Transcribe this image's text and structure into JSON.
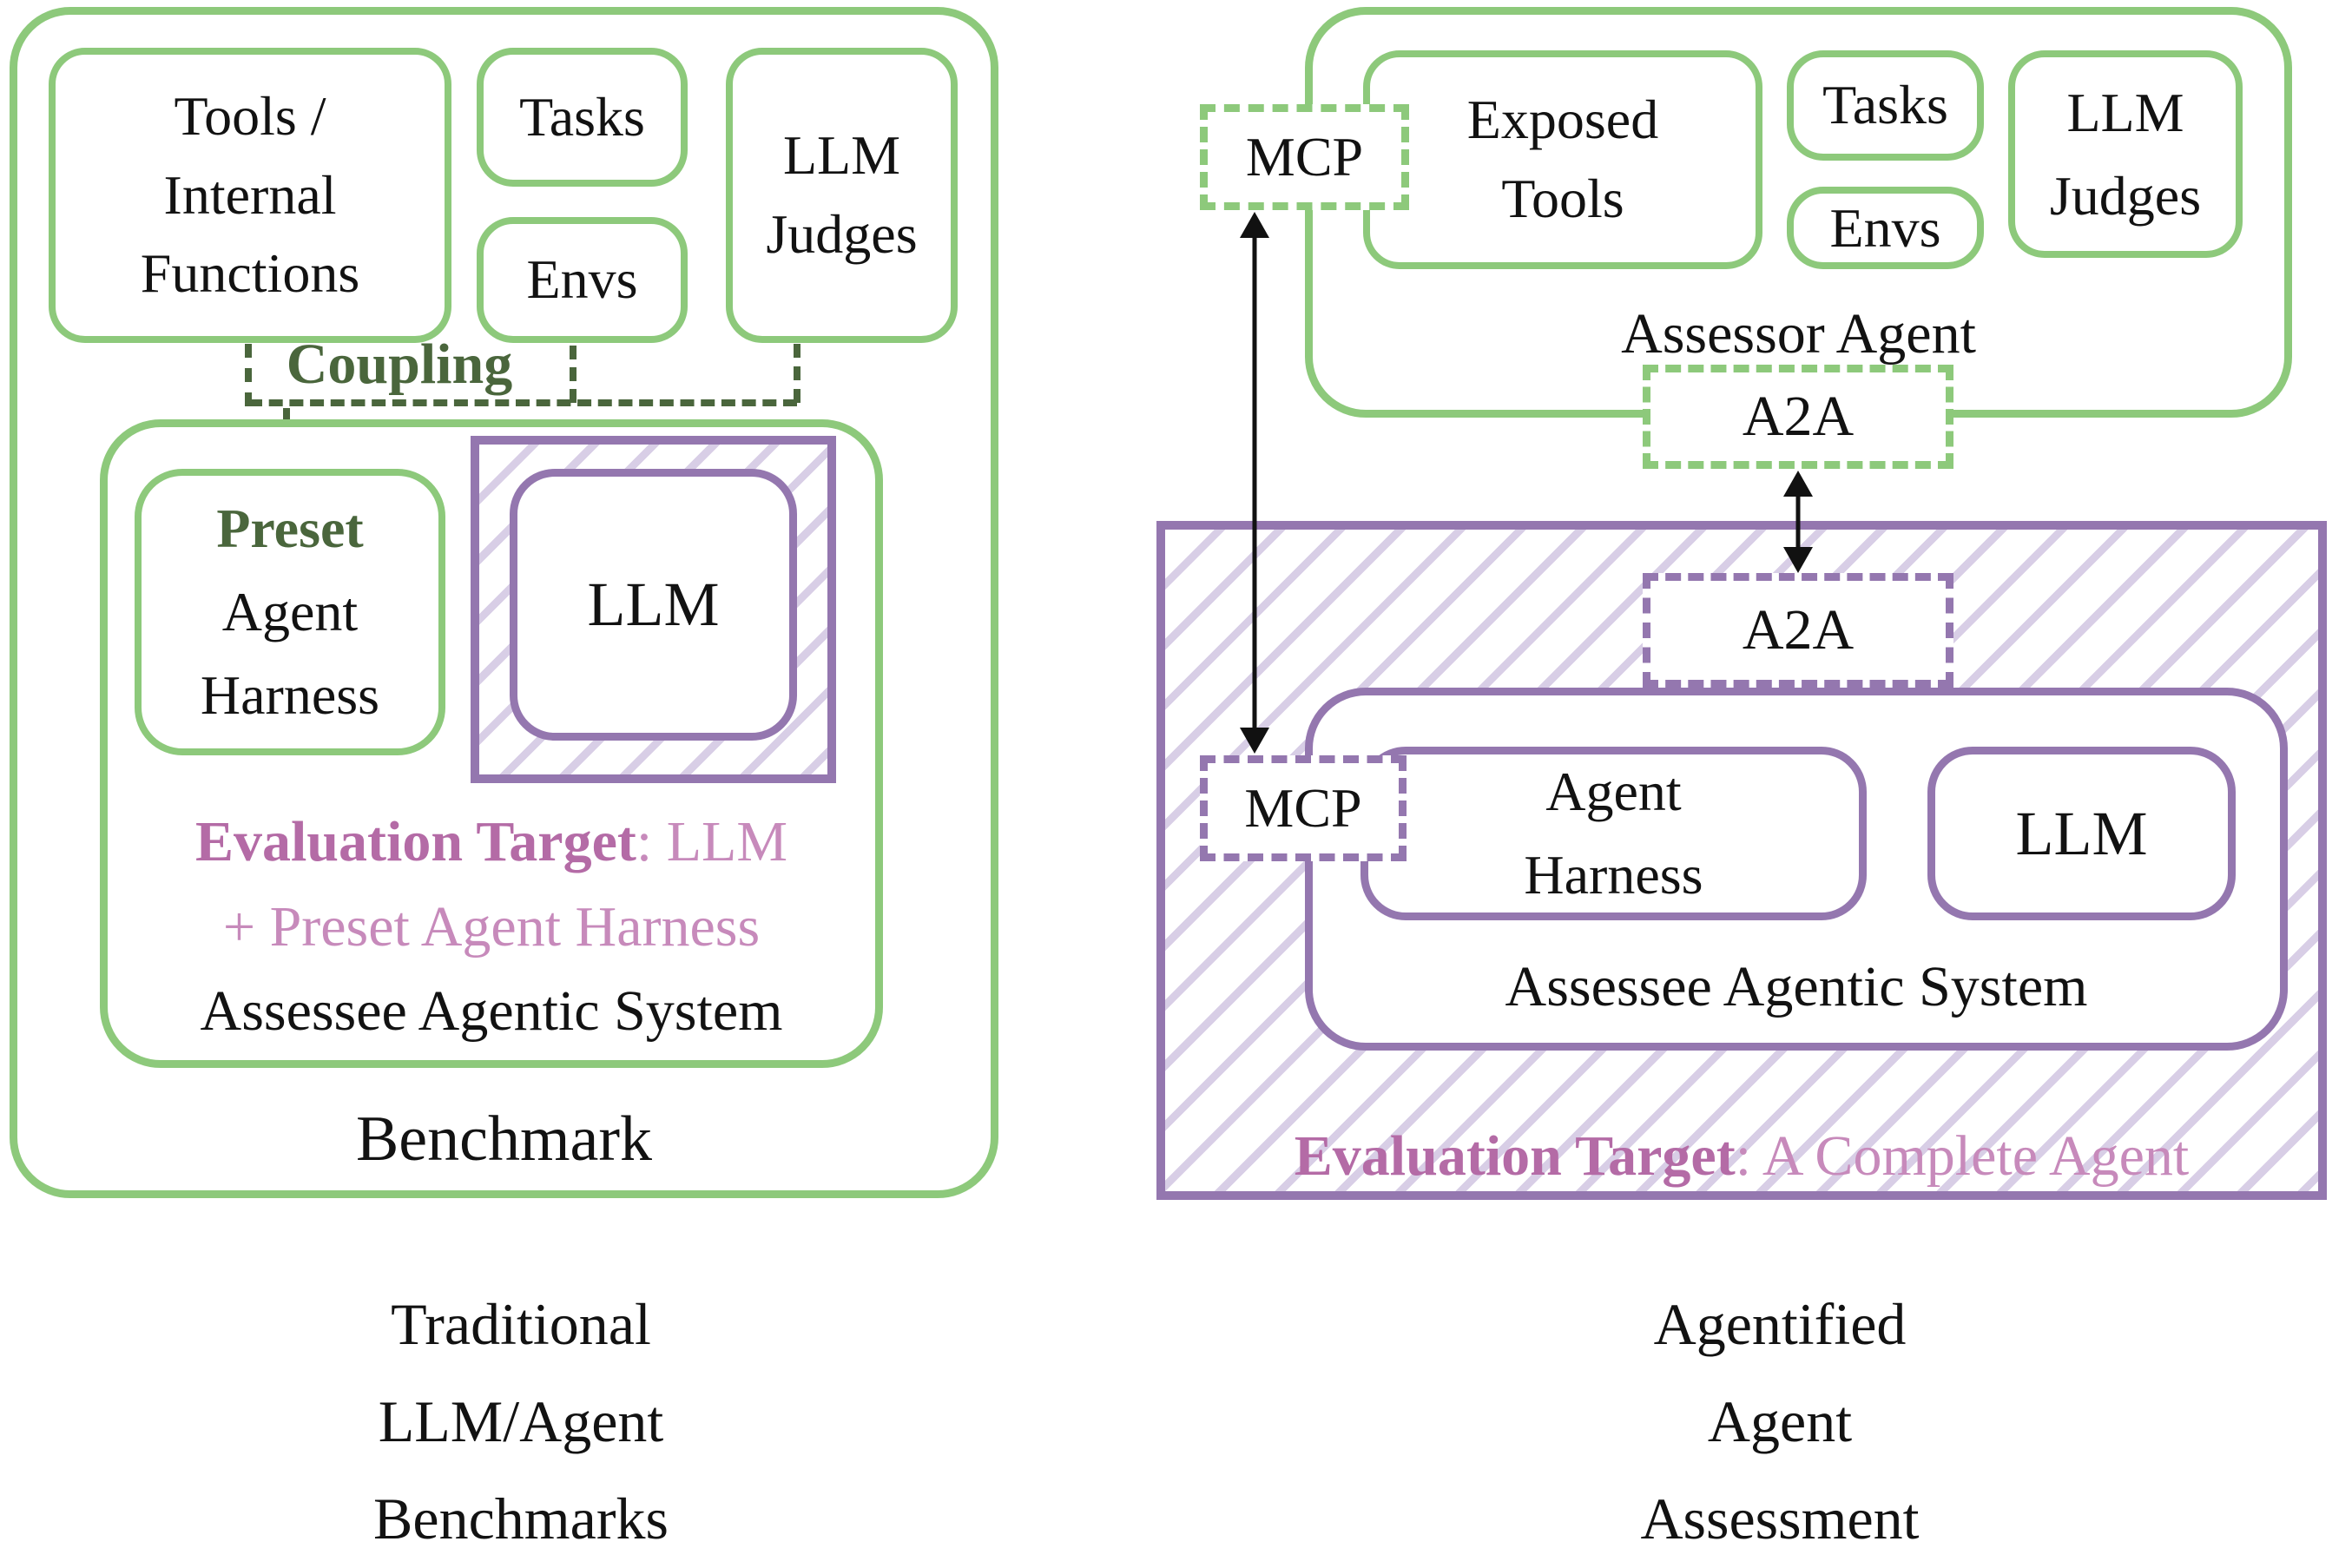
{
  "colors": {
    "green_border": "#8dc97b",
    "dark_green_text": "#4a663c",
    "purple_border": "#9477af",
    "hatch_purple": "#d8cee6",
    "pink_bold_text": "#b46ba6",
    "pink_text": "#c78abb",
    "black_text": "#121212"
  },
  "icons": {
    "mcp_connection": "vertical-double-headed-arrow",
    "a2a_connection": "vertical-double-headed-arrow"
  },
  "left": {
    "tools_box": [
      "Tools /",
      "Internal",
      "Functions"
    ],
    "tasks": "Tasks",
    "envs": "Envs",
    "llm_judges": [
      "LLM",
      "Judges"
    ],
    "coupling": "Coupling",
    "preset_box": [
      "Preset",
      "Agent",
      "Harness"
    ],
    "llm": "LLM",
    "eval_bold": "Evaluation Target",
    "eval_rest": ": LLM",
    "eval_line2": "+ Preset Agent Harness",
    "assessee": "Assessee Agentic System",
    "benchmark": "Benchmark",
    "caption": [
      "Traditional",
      "LLM/Agent",
      "Benchmarks"
    ]
  },
  "right": {
    "mcp_top": "MCP",
    "exposed_tools": [
      "Exposed",
      "Tools"
    ],
    "tasks": "Tasks",
    "envs": "Envs",
    "llm_judges": [
      "LLM",
      "Judges"
    ],
    "assessor": "Assessor Agent",
    "a2a_top": "A2A",
    "a2a_bottom": "A2A",
    "mcp_bottom": "MCP",
    "agent_harness": [
      "Agent",
      "Harness"
    ],
    "llm": "LLM",
    "assessee": "Assessee Agentic System",
    "eval_bold": "Evaluation Target",
    "eval_rest": ": A Complete Agent",
    "caption": [
      "Agentified",
      "Agent",
      "Assessment"
    ]
  }
}
